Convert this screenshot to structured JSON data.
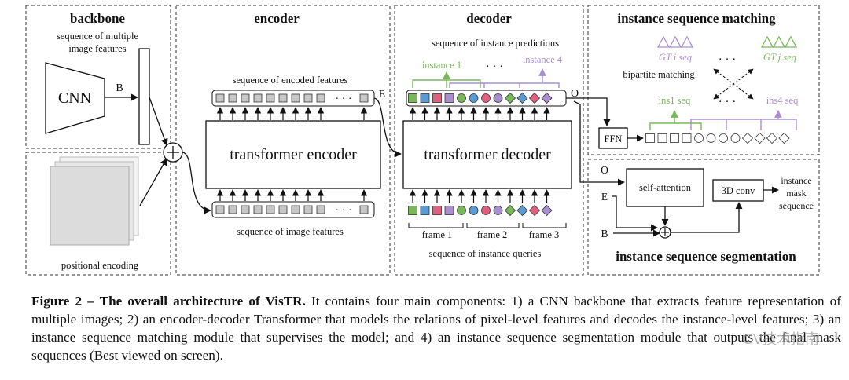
{
  "colors": {
    "green": "#78b858",
    "purple": "#a98fd0",
    "blue": "#5b9bd5",
    "red": "#e0607e",
    "gray": "#c8c8c8"
  },
  "backbone": {
    "title": "backbone",
    "seq_label_1": "sequence of multiple",
    "seq_label_2": "image features",
    "cnn": "CNN",
    "b": "B",
    "pos": "positional encoding"
  },
  "encoder": {
    "title": "encoder",
    "top_label": "sequence of encoded features",
    "block": "transformer encoder",
    "bottom_label": "sequence of image features",
    "e": "E",
    "dots": "· · ·"
  },
  "decoder": {
    "title": "decoder",
    "top_label": "sequence of instance predictions",
    "inst1": "instance 1",
    "inst4": "instance 4",
    "dots": "· · ·",
    "block": "transformer decoder",
    "o": "O",
    "frame1": "frame 1",
    "frame2": "frame 2",
    "frame3": "frame 3",
    "bottom_label": "sequence of instance queries"
  },
  "matching": {
    "title": "instance sequence matching",
    "gti": "GT i  seq",
    "gtj": "GT j  seq",
    "bipartite": "bipartite matching",
    "dots_top": "· · ·",
    "dots_bottom": "· · ·",
    "ins1": "ins1 seq",
    "ins4": "ins4 seq",
    "ffn": "FFN"
  },
  "segmentation": {
    "title": "instance sequence segmentation",
    "o": "O",
    "e": "E",
    "b": "B",
    "attn": "self-attention",
    "conv": "3D conv",
    "out1": "instance",
    "out2": "mask",
    "out3": "sequence"
  },
  "caption": {
    "bold": "Figure 2 – The overall architecture of VisTR.",
    "text": " It contains four main components: 1) a CNN backbone that extracts feature representation of multiple images; 2) an encoder-decoder Transformer that models the relations of pixel-level features and decodes the instance-level features; 3) an instance sequence matching module that supervises the model; and 4) an instance sequence segmentation module that outputs the final mask sequences (Best viewed on screen)."
  },
  "watermark": "CV技术指南"
}
